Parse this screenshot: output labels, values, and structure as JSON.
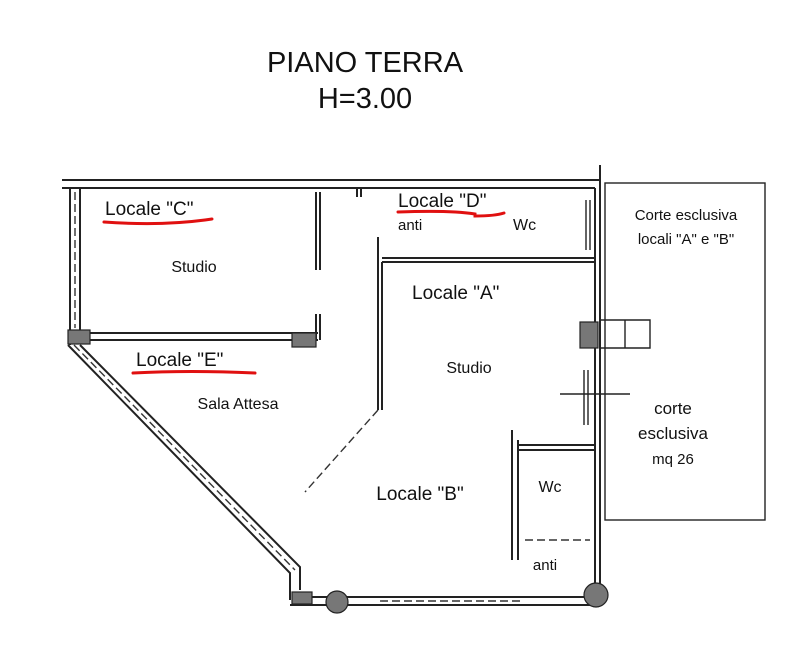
{
  "title": "PIANO TERRA",
  "height_label": "H=3.00",
  "rooms": {
    "locale_c": {
      "name": "Locale \"C\"",
      "use": "Studio"
    },
    "locale_d": {
      "name": "Locale \"D\"",
      "anti": "anti",
      "wc": "Wc"
    },
    "locale_a": {
      "name": "Locale \"A\"",
      "use": "Studio"
    },
    "locale_e": {
      "name": "Locale \"E\"",
      "use": "Sala Attesa"
    },
    "locale_b": {
      "name": "Locale \"B\"",
      "wc": "Wc",
      "anti": "anti"
    }
  },
  "courtyard_top": {
    "line1": "Corte esclusiva",
    "line2": "locali \"A\" e \"B\""
  },
  "courtyard_bottom": {
    "line1": "corte",
    "line2": "esclusiva",
    "line3": "mq 26"
  },
  "colors": {
    "underline": "#e01010"
  }
}
